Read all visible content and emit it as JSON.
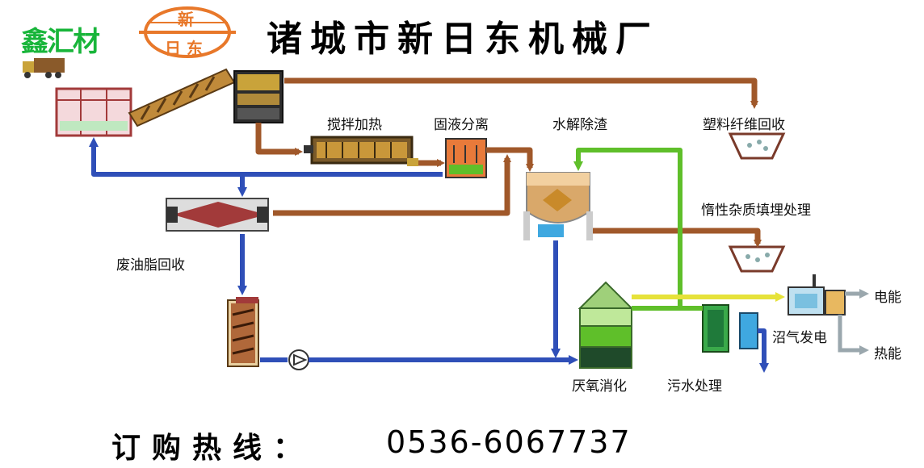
{
  "header": {
    "brand_left": "鑫汇材",
    "brand_left_small": "",
    "seal_top": "新",
    "seal_mid": "日 东",
    "title": "诸城市新日东机械厂"
  },
  "labels": {
    "stir_heat": "搅拌加热",
    "solid_liquid": "固液分离",
    "hydrolysis": "水解除渣",
    "plastic_fiber": "塑料纤维回收",
    "inert_landfill": "惰性杂质填埋处理",
    "waste_oil": "废油脂回收",
    "anaerobic": "厌氧消化",
    "sewage": "污水处理",
    "biogas_power": "沼气发电",
    "electricity": "电能",
    "heat": "热能"
  },
  "footer": {
    "hotline_label": "订购热线：",
    "phone": "0536-6067737"
  },
  "colors": {
    "brown_flow": "#a0582a",
    "blue_flow": "#2f4fb8",
    "green_flow": "#5fbf2a",
    "yellow_flow": "#f2ee50",
    "gray_flow": "#9aa7ad",
    "logo_green": "#18b53a",
    "seal_orange": "#e8782a"
  }
}
